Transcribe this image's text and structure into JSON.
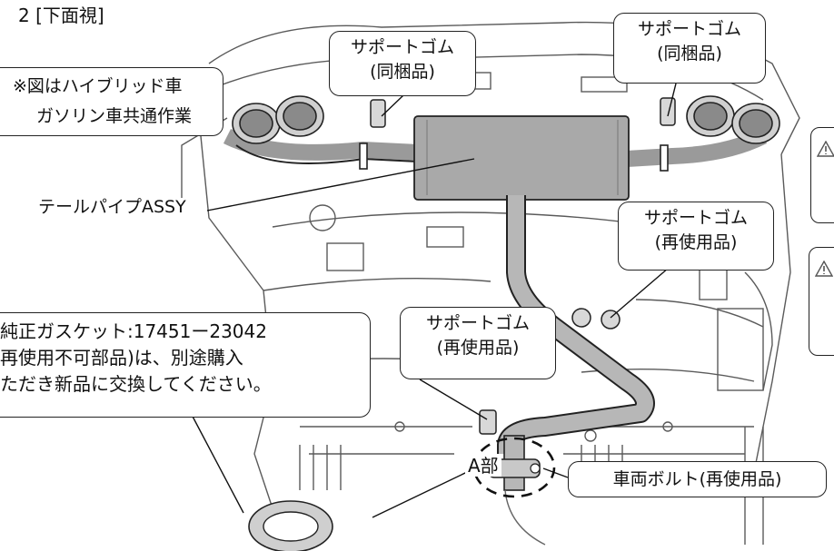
{
  "view_label": "2 [下面視]",
  "note_vehicle": {
    "line1": "※図はハイブリッド車",
    "line2": "ガソリン車共通作業"
  },
  "callouts": {
    "support_rubber_included_left": {
      "line1": "サポートゴム",
      "line2": "(同梱品)"
    },
    "support_rubber_included_right": {
      "line1": "サポートゴム",
      "line2": "(同梱品)"
    },
    "support_rubber_reuse_right": {
      "line1": "サポートゴム",
      "line2": "(再使用品)"
    },
    "support_rubber_reuse_center": {
      "line1": "サポートゴム",
      "line2": "(再使用品)"
    },
    "vehicle_bolt": "車両ボルト(再使用品)"
  },
  "tail_pipe_label": "テールパイプASSY",
  "gasket_note": {
    "line1": "純正ガスケット:17451ー23042",
    "line2": "再使用不可部品)は、別途購入",
    "line3": "ただき新品に交換してください。"
  },
  "detail_label": "A部",
  "colors": {
    "muffler": "#a9a9a9",
    "pipe": "#b7b7b7",
    "line": "#222222",
    "chassis": "#5a5a5a"
  }
}
